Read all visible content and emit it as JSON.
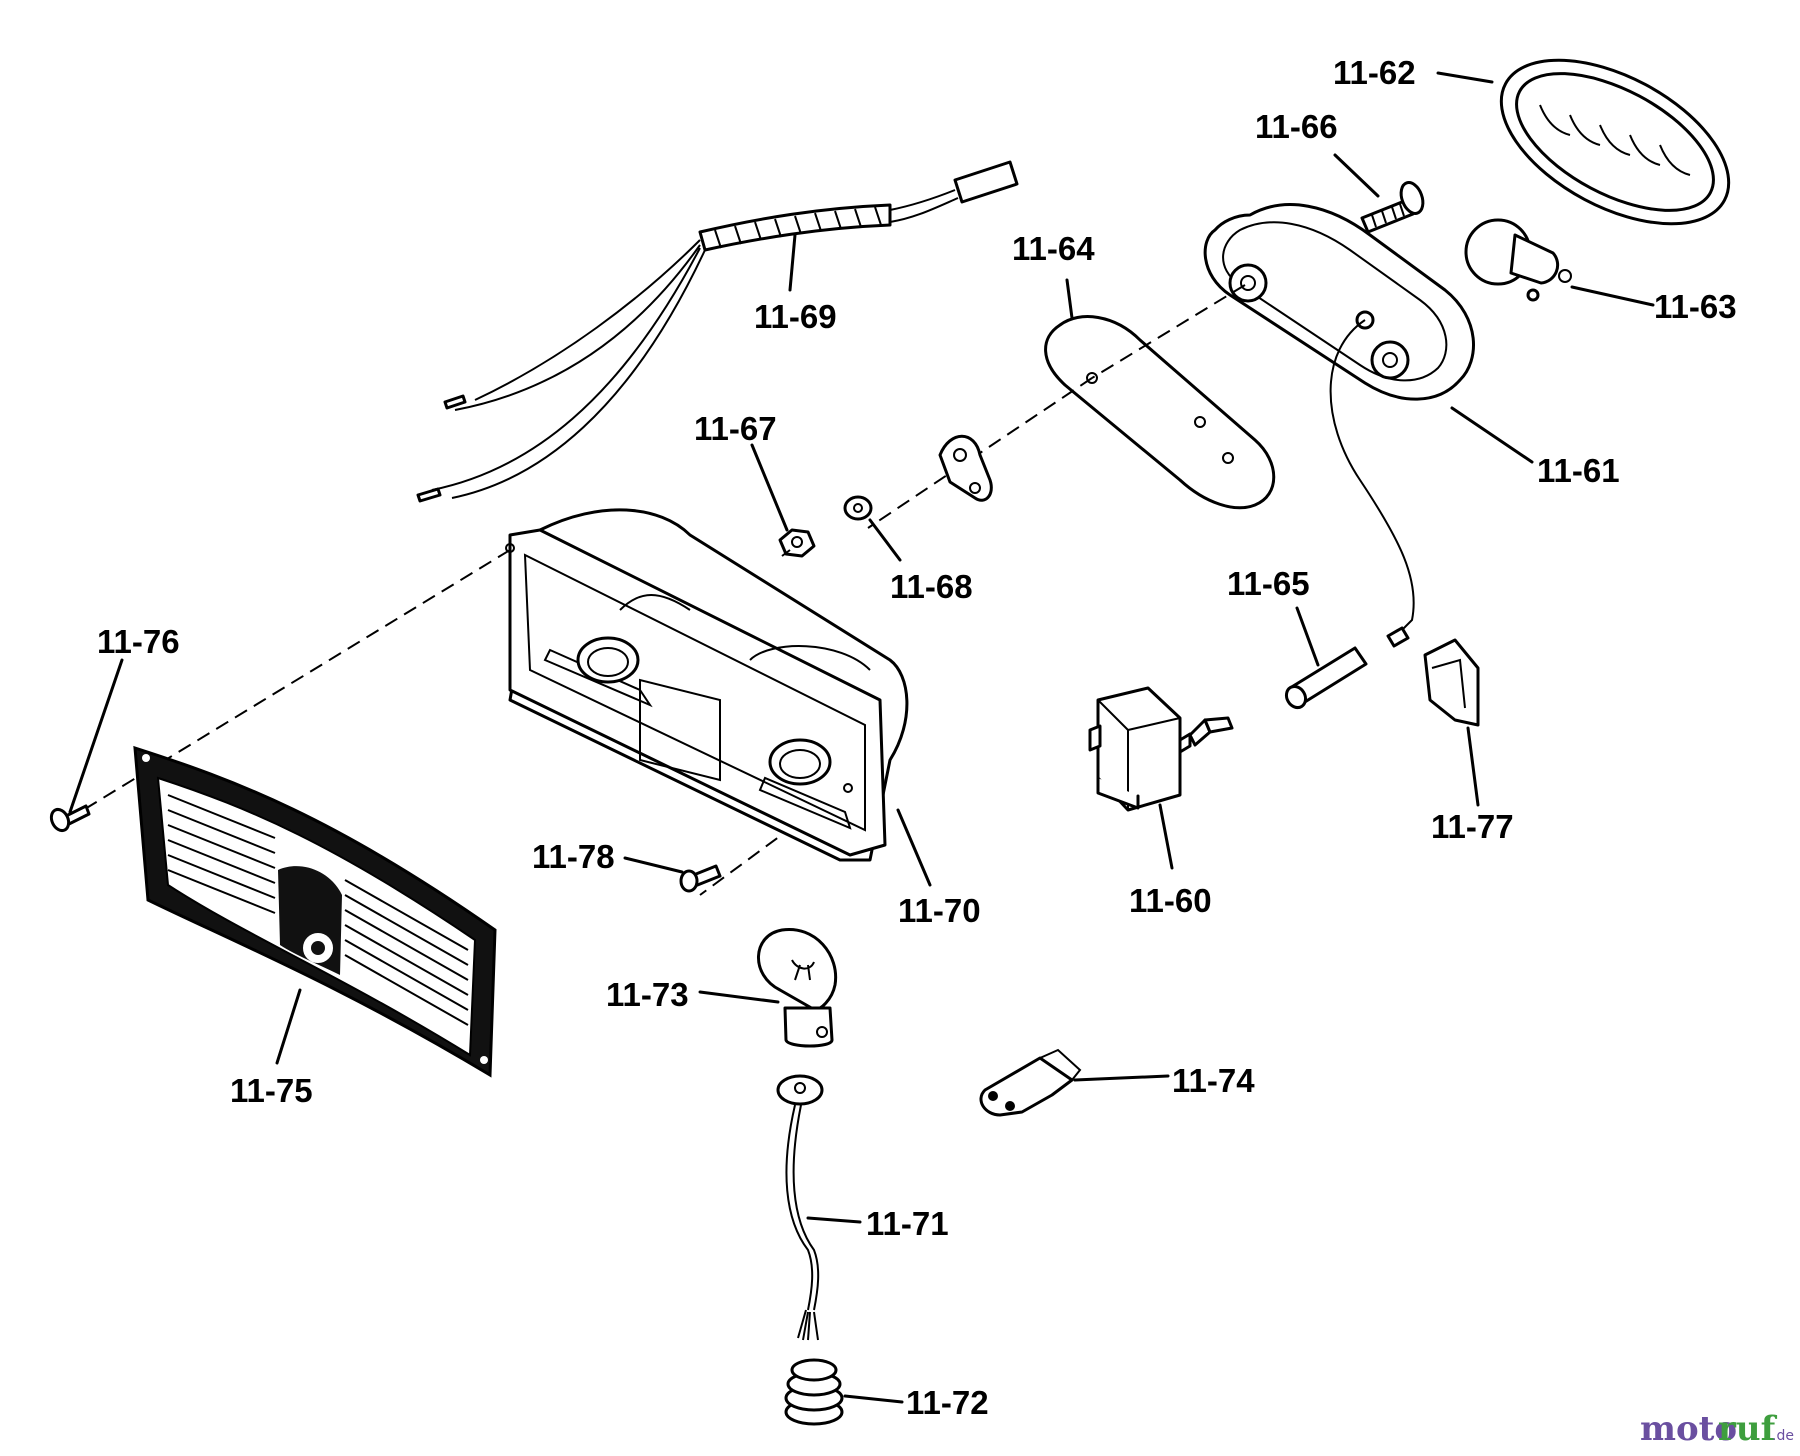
{
  "diagram": {
    "labels": {
      "p60": "11-60",
      "p61": "11-61",
      "p62": "11-62",
      "p63": "11-63",
      "p64": "11-64",
      "p65": "11-65",
      "p66": "11-66",
      "p67": "11-67",
      "p68": "11-68",
      "p69": "11-69",
      "p70": "11-70",
      "p71": "11-71",
      "p72": "11-72",
      "p73": "11-73",
      "p74": "11-74",
      "p75": "11-75",
      "p76": "11-76",
      "p77": "11-77",
      "p78": "11-78"
    }
  },
  "watermark": {
    "part_a": "moto",
    "part_b": "ruf",
    "suffix": ".de"
  }
}
